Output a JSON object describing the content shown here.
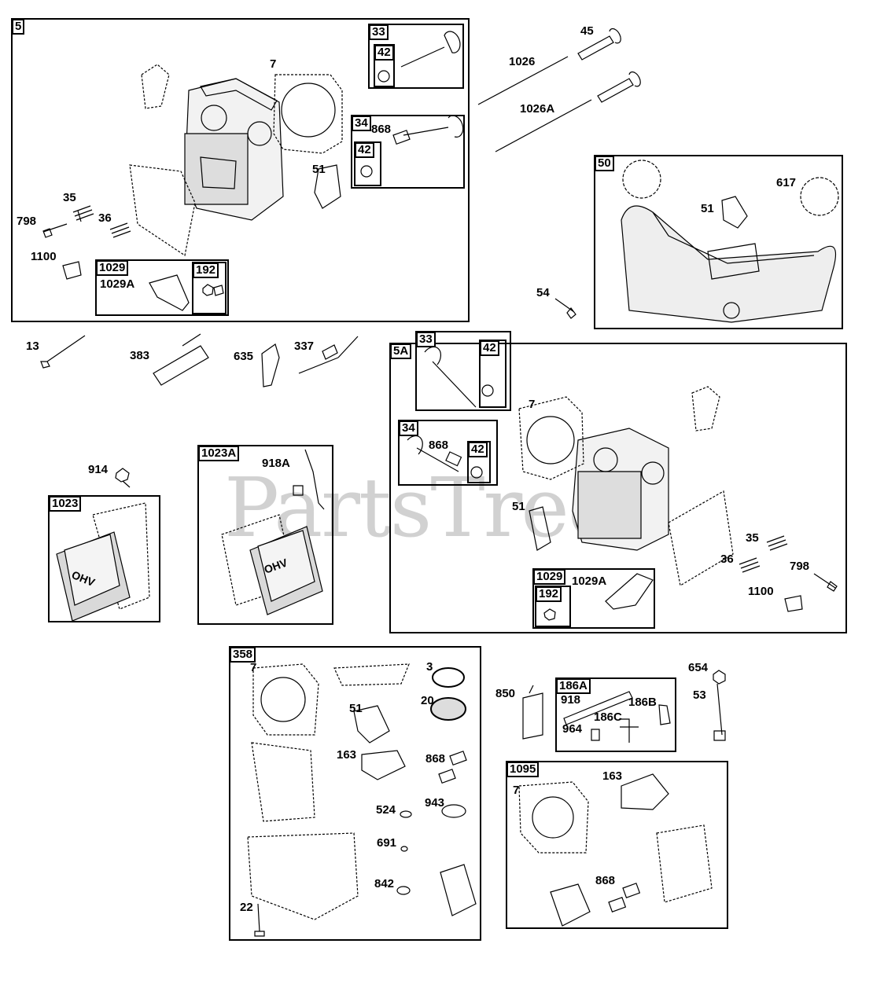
{
  "watermark": {
    "text": "PartsTree",
    "mark": "™"
  },
  "assemblies": {
    "a5": "5",
    "a33_top": "33",
    "a42_top1": "42",
    "a34_top": "34",
    "a42_top2": "42",
    "a1029_top": "1029",
    "a192_top": "192",
    "a50": "50",
    "a5A": "5A",
    "a33_5A": "33",
    "a42_5A_1": "42",
    "a34_5A": "34",
    "a42_5A_2": "42",
    "a1029_5A": "1029",
    "a192_5A": "192",
    "a1023": "1023",
    "a1023A": "1023A",
    "a358": "358",
    "a186A": "186A",
    "a1095": "1095"
  },
  "labels": {
    "p7_top": "7",
    "p45": "45",
    "p1026": "1026",
    "p1026A": "1026A",
    "p868_top": "868",
    "p51_top": "51",
    "p35_top": "35",
    "p798_top": "798",
    "p36_top": "36",
    "p1100_top": "1100",
    "p1029A_top": "1029A",
    "p51_50": "51",
    "p617": "617",
    "p54": "54",
    "p13": "13",
    "p383": "383",
    "p635": "635",
    "p337": "337",
    "p7_5A": "7",
    "p868_5A": "868",
    "p51_5A": "51",
    "p1029A_5A": "1029A",
    "p35_5A": "35",
    "p36_5A": "36",
    "p798_5A": "798",
    "p1100_5A": "1100",
    "p914": "914",
    "p918A": "918A",
    "p7_358": "7",
    "p3": "3",
    "p20": "20",
    "p51_358": "51",
    "p163_358": "163",
    "p868_358": "868",
    "p524": "524",
    "p943": "943",
    "p691": "691",
    "p842": "842",
    "p22": "22",
    "p850": "850",
    "p918": "918",
    "p186B": "186B",
    "p186C": "186C",
    "p964": "964",
    "p654": "654",
    "p53": "53",
    "p7_1095": "7",
    "p163_1095": "163",
    "p868_1095": "868"
  },
  "printed_text": {
    "ohv_1": "OHV",
    "ohv_2": "OHV"
  },
  "colors": {
    "line": "#000000",
    "watermark": "#9a9a9a",
    "background": "#ffffff"
  }
}
